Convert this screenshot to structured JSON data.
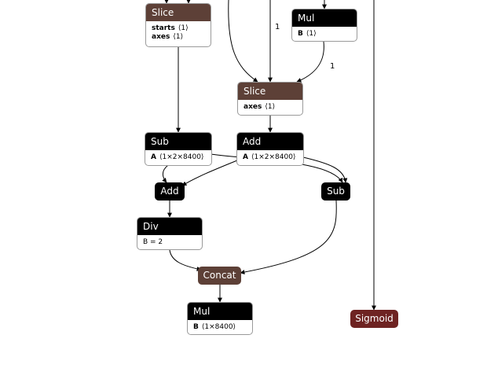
{
  "colors": {
    "op_dark": "#000000",
    "op_brown": "#5d4037",
    "op_red": "#6e2322",
    "edge": "#000000",
    "border": "#9a9a9a"
  },
  "nodes": {
    "slice_top": {
      "title": "Slice",
      "attrs": [
        {
          "key": "starts",
          "value": "⟨1⟩"
        },
        {
          "key": "axes",
          "value": "⟨1⟩"
        }
      ]
    },
    "mul_top": {
      "title": "Mul",
      "attrs": [
        {
          "key": "B",
          "value": "⟨1⟩"
        }
      ]
    },
    "slice_mid": {
      "title": "Slice",
      "attrs": [
        {
          "key": "axes",
          "value": "⟨1⟩"
        }
      ]
    },
    "sub_left": {
      "title": "Sub",
      "attrs": [
        {
          "key": "A",
          "value": "⟨1×2×8400⟩"
        }
      ]
    },
    "add_mid": {
      "title": "Add",
      "attrs": [
        {
          "key": "A",
          "value": "⟨1×2×8400⟩"
        }
      ]
    },
    "add_small": {
      "title": "Add"
    },
    "sub_right": {
      "title": "Sub"
    },
    "div": {
      "title": "Div",
      "attrs": [
        {
          "key": "",
          "value": "B = 2"
        }
      ]
    },
    "concat": {
      "title": "Concat"
    },
    "mul_bottom": {
      "title": "Mul",
      "attrs": [
        {
          "key": "B",
          "value": "⟨1×8400⟩"
        }
      ]
    },
    "sigmoid": {
      "title": "Sigmoid"
    }
  },
  "edge_labels": {
    "into_slice_mid": "1",
    "mul_to_slice": "1"
  }
}
